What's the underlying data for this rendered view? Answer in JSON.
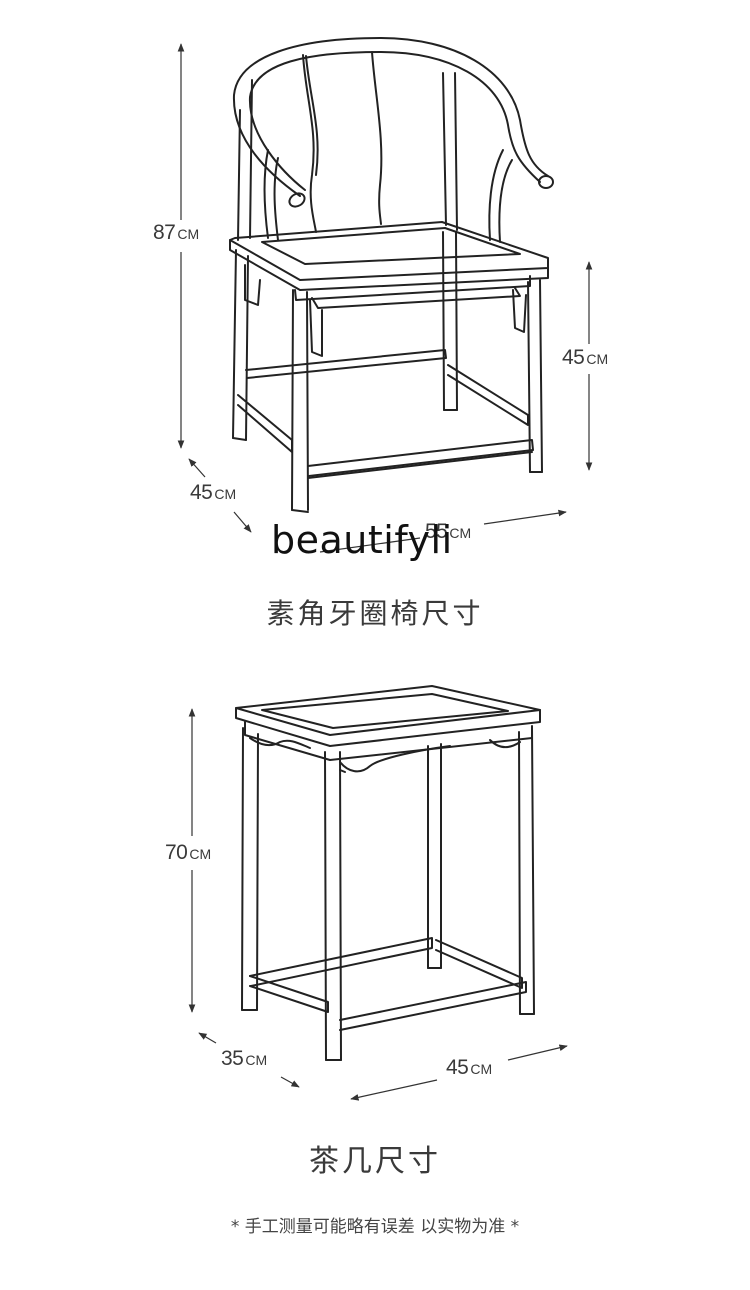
{
  "chair": {
    "dims": {
      "height": {
        "num": "87",
        "unit": "CM"
      },
      "seat_height": {
        "num": "45",
        "unit": "CM"
      },
      "depth": {
        "num": "45",
        "unit": "CM"
      },
      "width": {
        "num": "55",
        "unit": "CM"
      }
    },
    "caption": "素角牙圈椅尺寸"
  },
  "watermark": "beautifyli",
  "tea_table": {
    "dims": {
      "height": {
        "num": "70",
        "unit": "CM"
      },
      "depth": {
        "num": "35",
        "unit": "CM"
      },
      "width": {
        "num": "45",
        "unit": "CM"
      }
    },
    "caption": "茶几尺寸"
  },
  "note": "* 手工测量可能略有误差 以实物为准 *"
}
